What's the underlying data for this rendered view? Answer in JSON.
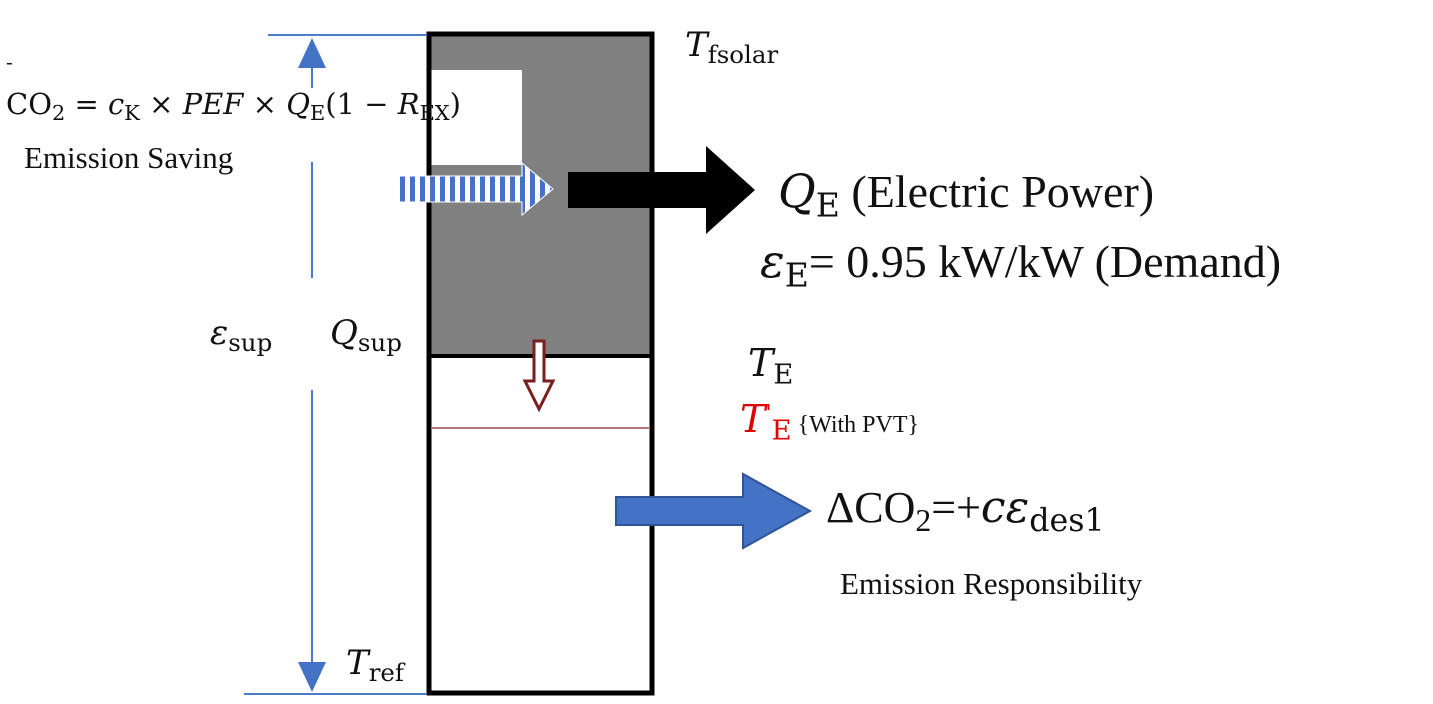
{
  "colors": {
    "energy_grey": "#808080",
    "outline": "#000000",
    "guide_blue": "#4a7cc7",
    "arrow_blue": "#4472c4",
    "arrow_dark_red": "#7b1e1e",
    "highlight_red": "#e00000",
    "pvt_line": "#b07a7a"
  },
  "labels": {
    "t_fsolar": {
      "sym": "T",
      "sub": "fsolar"
    },
    "co2_equation": {
      "lhs": "CO",
      "lhs_sub": "2",
      "eq": " = ",
      "c": "c",
      "c_sub": "K",
      "x1": " × ",
      "pef": "PEF",
      "x2": " × ",
      "q": "Q",
      "q_sub": "E",
      "tail_open": "(1 − ",
      "r": "R",
      "r_sub": "EX",
      "tail_close": ")"
    },
    "emission_saving": "Emission Saving",
    "q_e": {
      "sym": "Q",
      "sub": "E",
      "text": " (Electric Power)"
    },
    "eps_e": {
      "sym": "ε",
      "sub": "E",
      "text": "= 0.95 kW/kW (Demand)"
    },
    "eps_sup": {
      "sym": "ε",
      "sub": "sup"
    },
    "q_sup": {
      "sym": "Q",
      "sub": "sup"
    },
    "t_e": {
      "sym": "T",
      "sub": "E"
    },
    "t_e_prime": {
      "sym": "T",
      "prime": "'",
      "sub": "E",
      "text": " {With PVT}"
    },
    "delta_co2": {
      "lhs": "ΔCO",
      "lhs_sub": "2",
      "eq": "=+",
      "c": "c",
      "eps": "ε",
      "eps_sub": "des1"
    },
    "emission_responsibility": "Emission Responsibility",
    "t_ref": {
      "sym": "T",
      "sub": "ref"
    },
    "top_left_mark": "-"
  }
}
